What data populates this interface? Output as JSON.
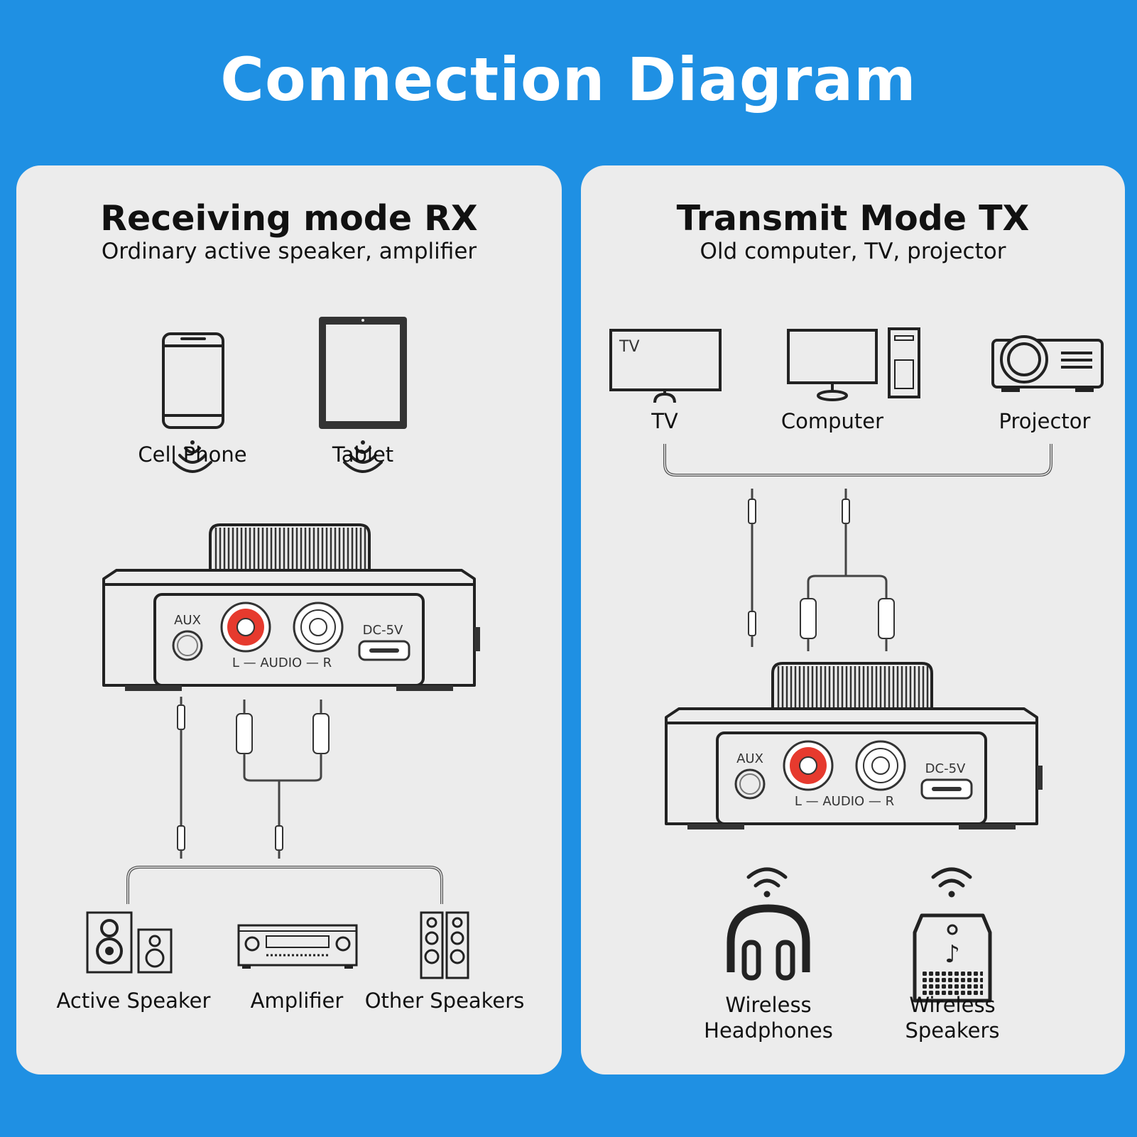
{
  "title": "Connection Diagram",
  "colors": {
    "background": "#1f90e3",
    "panel": "#ececec",
    "rca_left": "#e63a2e",
    "rca_right": "#ffffff"
  },
  "rx": {
    "title": "Receiving mode RX",
    "subtitle": "Ordinary active speaker, amplifier",
    "sources": [
      {
        "label": "Cell Phone",
        "icon": "phone-icon"
      },
      {
        "label": "Tablet",
        "icon": "tablet-icon"
      }
    ],
    "device": {
      "aux": "AUX",
      "audio": "L — AUDIO — R",
      "dc": "DC-5V"
    },
    "outputs": [
      {
        "label": "Active Speaker",
        "icon": "active-speaker-icon"
      },
      {
        "label": "Amplifier",
        "icon": "amplifier-icon"
      },
      {
        "label": "Other Speakers",
        "icon": "other-speakers-icon"
      }
    ]
  },
  "tx": {
    "title": "Transmit Mode TX",
    "subtitle": "Old computer, TV, projector",
    "sources": [
      {
        "label": "TV",
        "icon": "tv-icon",
        "screen_text": "TV"
      },
      {
        "label": "Computer",
        "icon": "computer-icon"
      },
      {
        "label": "Projector",
        "icon": "projector-icon"
      }
    ],
    "device": {
      "aux": "AUX",
      "audio": "L — AUDIO — R",
      "dc": "DC-5V"
    },
    "outputs": [
      {
        "label_line1": "Wireless",
        "label_line2": "Headphones",
        "icon": "headphones-icon"
      },
      {
        "label_line1": "Wireless",
        "label_line2": "Speakers",
        "icon": "wireless-speaker-icon"
      }
    ]
  }
}
